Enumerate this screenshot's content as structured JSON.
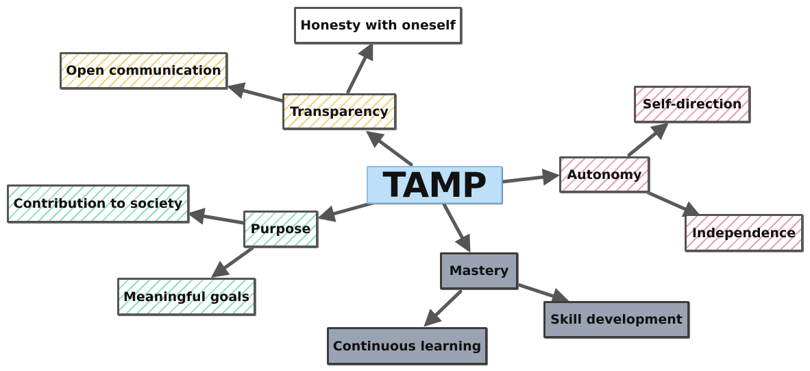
{
  "root": {
    "label": "TAMP",
    "fill": "#bde0f8"
  },
  "branches": {
    "transparency": {
      "label": "Transparency",
      "color": "#f2d27a",
      "children": {
        "honesty": "Honesty with oneself",
        "open_communication": "Open communication"
      }
    },
    "autonomy": {
      "label": "Autonomy",
      "color": "#ee9bb6",
      "children": {
        "self_direction": "Self-direction",
        "independence": "Independence"
      }
    },
    "purpose": {
      "label": "Purpose",
      "color": "#8fdcc4",
      "children": {
        "contribution": "Contribution to society",
        "meaningful_goals": "Meaningful goals"
      }
    },
    "mastery": {
      "label": "Mastery",
      "color": "#9aa3b2",
      "children": {
        "skill_development": "Skill development",
        "continuous_learning": "Continuous learning"
      }
    }
  }
}
